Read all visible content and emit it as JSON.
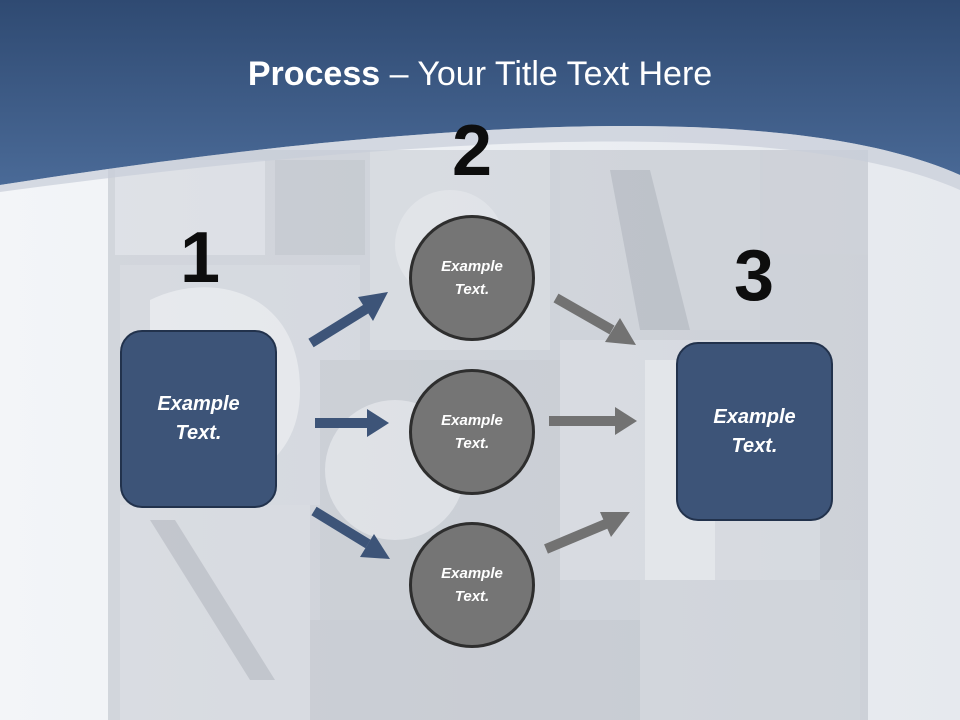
{
  "slide": {
    "title_bold": "Process",
    "title_rest": " – Your Title Text Here"
  },
  "steps": {
    "one": {
      "number": "1",
      "text": "Example Text."
    },
    "two": {
      "number": "2",
      "items": [
        {
          "text": "Example Text."
        },
        {
          "text": "Example Text."
        },
        {
          "text": "Example Text."
        }
      ]
    },
    "three": {
      "number": "3",
      "text": "Example Text."
    }
  },
  "colors": {
    "header": "#3f5e8c",
    "box_fill": "#3d5478",
    "circle_fill": "#757575",
    "arrow_blue": "#3d5478",
    "arrow_gray": "#727272"
  }
}
